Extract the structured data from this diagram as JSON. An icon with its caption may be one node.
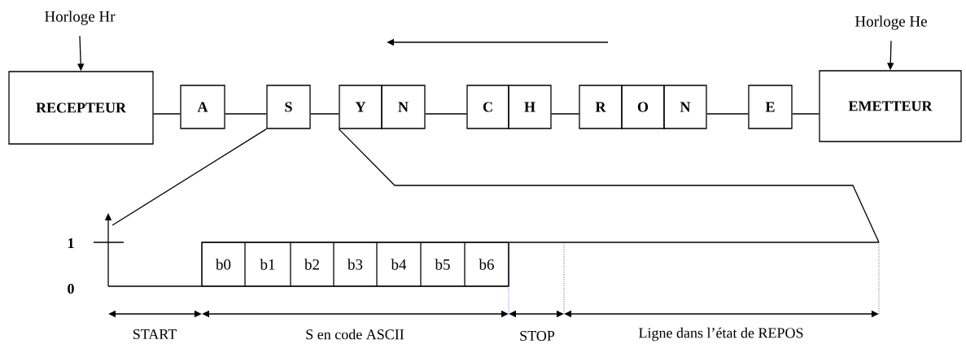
{
  "diagram": {
    "nodes": [
      {
        "text": [
          "Horloge Hr"
        ]
      },
      {
        "text": [
          "RECEPTEUR"
        ]
      },
      {
        "text": [
          "A"
        ]
      },
      {
        "text": [
          "S"
        ]
      },
      {
        "text": [
          "Y"
        ]
      },
      {
        "text": [
          "N"
        ]
      },
      {
        "text": [
          "C"
        ]
      },
      {
        "text": [
          "H"
        ]
      },
      {
        "text": [
          "R"
        ]
      },
      {
        "text": [
          "O"
        ]
      },
      {
        "text": [
          "N"
        ]
      },
      {
        "text": [
          "E"
        ]
      },
      {
        "text": [
          "EMETTEUR"
        ]
      },
      {
        "text": [
          "Horloge He"
        ]
      },
      {
        "text": [
          "b0"
        ]
      },
      {
        "text": [
          "b1"
        ]
      },
      {
        "text": [
          "b2"
        ]
      },
      {
        "text": [
          "b3"
        ]
      },
      {
        "text": [
          "b4"
        ]
      },
      {
        "text": [
          "b5"
        ]
      },
      {
        "text": [
          "b6"
        ]
      }
    ],
    "edges": [
      {
        "from": 0,
        "to": 1,
        "arrow": "to"
      },
      {
        "from": 13,
        "to": 12,
        "arrow": "to"
      },
      {
        "from": 1,
        "to": 2,
        "arrow": "none"
      },
      {
        "from": 2,
        "to": 3,
        "arrow": "none"
      },
      {
        "from": 3,
        "to": 4,
        "arrow": "none"
      },
      {
        "from": 5,
        "to": 6,
        "arrow": "none"
      },
      {
        "from": 7,
        "to": 8,
        "arrow": "none"
      },
      {
        "from": 10,
        "to": 11,
        "arrow": "none"
      },
      {
        "from": 11,
        "to": 12,
        "arrow": "none"
      },
      {
        "from": 3,
        "to": null,
        "arrow": "none"
      },
      {
        "from": 4,
        "to": null,
        "arrow": "none"
      }
    ],
    "labels": [
      "1",
      "0",
      "START",
      "S en code ASCII",
      "STOP",
      "Ligne dans l’état de REPOS"
    ]
  }
}
